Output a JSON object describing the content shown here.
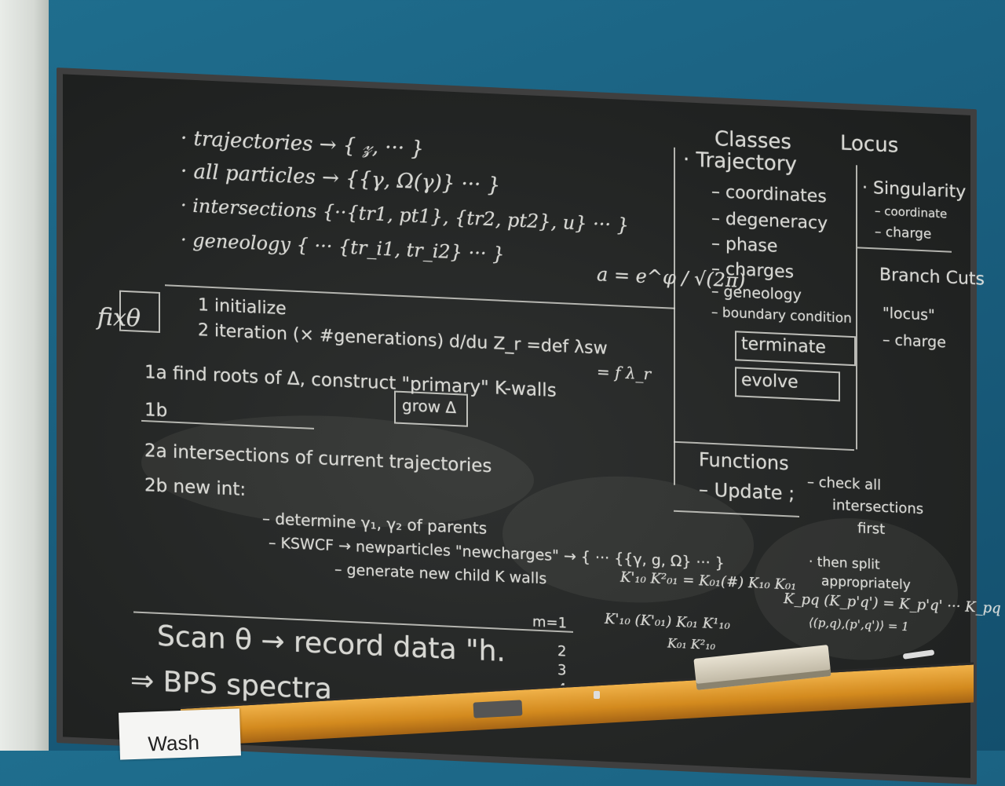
{
  "sign": {
    "text": "Wash"
  },
  "board": {
    "top_list": [
      "· trajectories → { 𝓏, ··· }",
      "· all particles → {{γ, Ω(γ)} ··· }",
      "· intersections   {··{tr1, pt1}, {tr2, pt2}, u} ··· }",
      "· geneology    { ··· {tr_i1, tr_i2} ··· }"
    ],
    "formula_a": "a = e^φ / √(2π)",
    "fix_theta": "fixθ",
    "steps": [
      "1  initialize",
      "2  iteration  (× #generations)  d/du Z_r  =def  λsw"
    ],
    "steps_sub": "= f λ_r",
    "step_1a": "1a   find roots of Δ, construct \"primary\" K-walls",
    "step_1b": "1b",
    "grow_box": "grow Δ",
    "step_2a": "2a   intersections of current trajectories",
    "step_2b": "2b   new int:",
    "sub_items": [
      "– determine  γ₁, γ₂ of parents",
      "– KSWCF → newparticles \"newcharges\" → { ··· {{γ, g, Ω} ··· }",
      "– generate new child K walls"
    ],
    "scan": "Scan θ → record data \"h.",
    "bps": "⇒ BPS spectra",
    "m_values": [
      "m=1",
      "2",
      "3",
      "4"
    ],
    "k_products": [
      "K'₁₀ K²₀₁ = K₀₁(#) K₁₀ K₀₁",
      "K'₁₀ (K'₀₁) K₀₁ K¹₁₀",
      "K₀₁  K²₁₀"
    ],
    "right_k": "K_pq (K_p'q') = K_p'q' ··· K_pq",
    "right_k2": "⟨(p,q),(p',q')⟩ = 1",
    "classes": {
      "title": "Classes",
      "locus": "Locus",
      "trajectory": "· Trajectory",
      "fields": [
        "– coordinates",
        "– degeneracy",
        "– phase",
        "– charges",
        "– geneology",
        "– boundary condition"
      ],
      "methods": [
        "terminate",
        "evolve"
      ],
      "singularity": "· Singularity",
      "sing_fields": [
        "– coordinate",
        "– charge"
      ],
      "branch_cut": "Branch Cuts",
      "branch_fields": [
        "\"locus\"",
        "– charge"
      ]
    },
    "functions": {
      "title": "Functions",
      "update": "– Update ;",
      "note": [
        "– check all",
        "intersections",
        "first",
        "· then split",
        "appropriately"
      ]
    }
  }
}
